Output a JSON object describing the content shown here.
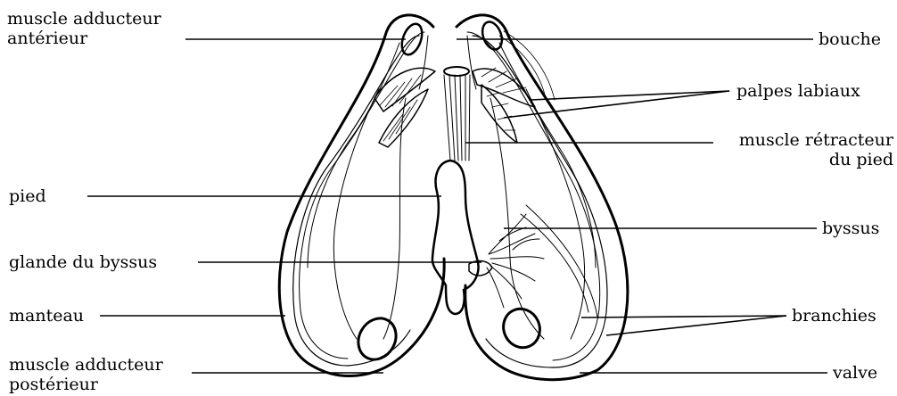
{
  "labels": {
    "adductor_anterior": [
      "muscle adducteur",
      "antérieur"
    ],
    "mouth": "bouche",
    "labial_palps": "palpes labiaux",
    "foot_retractor": [
      "muscle rétracteur",
      "du pied"
    ],
    "foot": "pied",
    "byssus": "byssus",
    "byssus_gland": "glande du byssus",
    "mantle": "manteau",
    "gills": "branchies",
    "adductor_posterior": [
      "muscle adducteur",
      "postérieur"
    ],
    "valve": "valve"
  },
  "colors": {
    "ink": "#000000",
    "paper": "#ffffff"
  }
}
